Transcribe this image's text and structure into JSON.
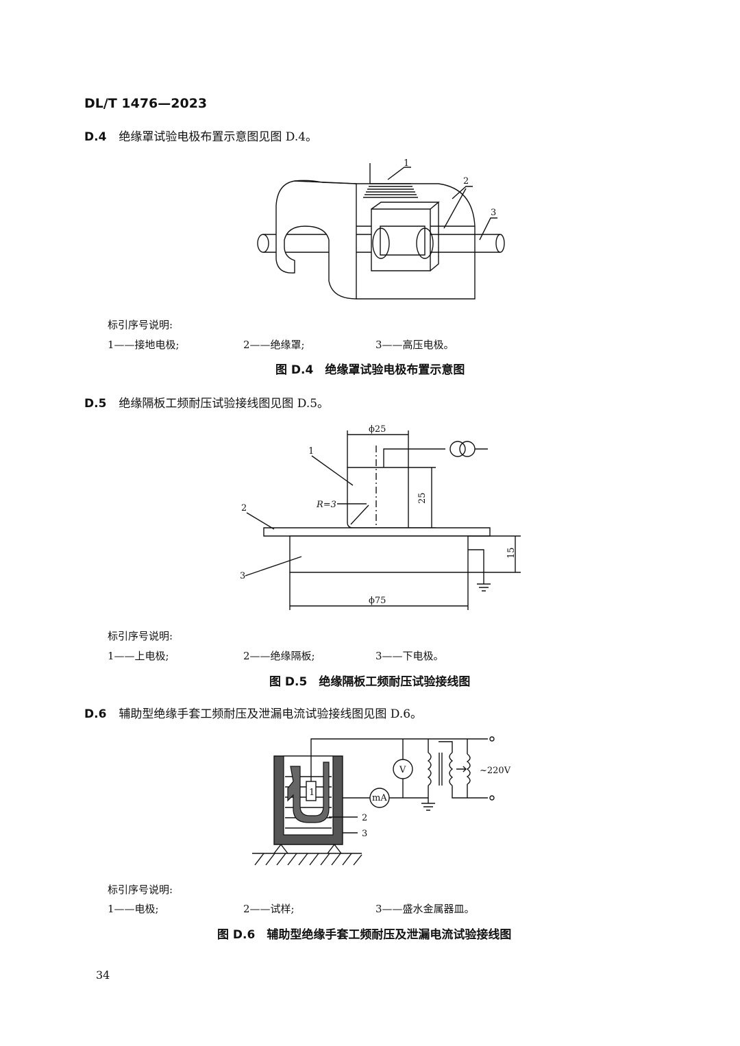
{
  "header": {
    "standard_no": "DL/T 1476—2023"
  },
  "sections": [
    {
      "id": "D.4",
      "text": "绝缘罩试验电极布置示意图见图 D.4。",
      "key_title": "标引序号说明:",
      "keys": [
        "1——接地电极;",
        "2——绝缘罩;",
        "3——高压电极。"
      ],
      "figure_labels": [
        "1",
        "2",
        "3"
      ],
      "caption": "图 D.4　绝缘罩试验电极布置示意图"
    },
    {
      "id": "D.5",
      "text": "绝缘隔板工频耐压试验接线图见图 D.5。",
      "key_title": "标引序号说明:",
      "keys": [
        "1——上电极;",
        "2——绝缘隔板;",
        "3——下电极。"
      ],
      "figure_labels": [
        "1",
        "2",
        "3"
      ],
      "dimensions": {
        "d_top": "ϕ25",
        "h_top": "25",
        "radius": "R=3",
        "h_bottom": "15",
        "d_bottom": "ϕ75"
      },
      "caption": "图 D.5　绝缘隔板工频耐压试验接线图"
    },
    {
      "id": "D.6",
      "text": "辅助型绝缘手套工频耐压及泄漏电流试验接线图见图 D.6。",
      "key_title": "标引序号说明:",
      "keys": [
        "1——电极;",
        "2——试样;",
        "3——盛水金属器皿。"
      ],
      "figure_labels": [
        "1",
        "2",
        "3"
      ],
      "meters": {
        "voltmeter": "V",
        "ammeter": "mA",
        "supply": "~220V"
      },
      "caption": "图 D.6　辅助型绝缘手套工频耐压及泄漏电流试验接线图"
    }
  ],
  "page_number": "34"
}
